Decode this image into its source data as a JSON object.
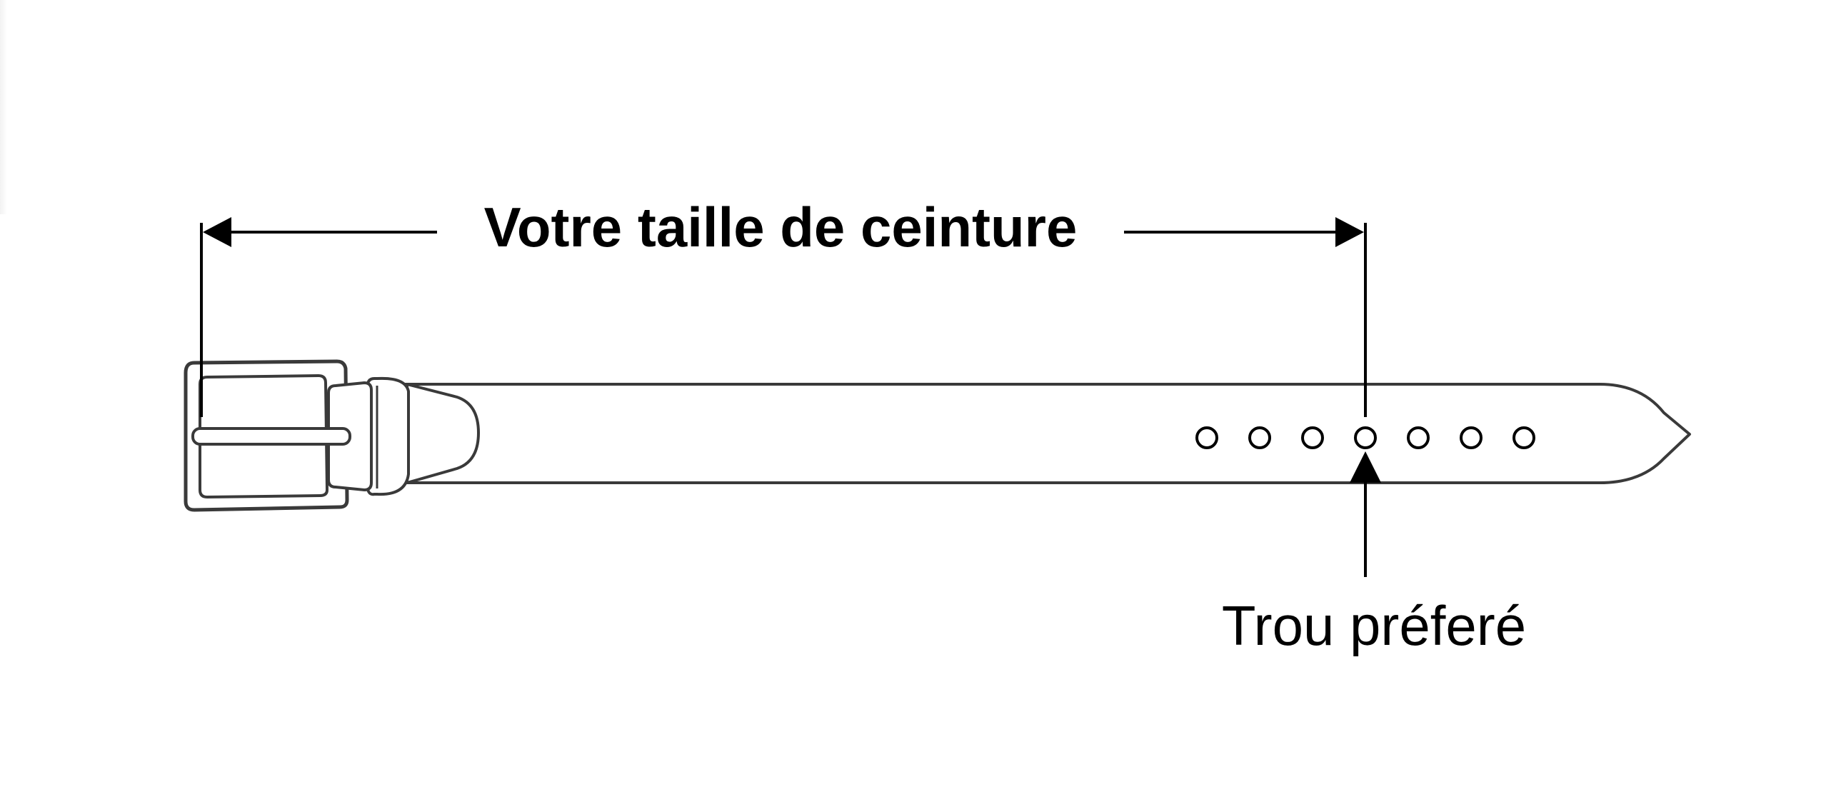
{
  "diagram": {
    "measure_label": "Votre taille de ceinture",
    "hole_label": "Trou préferé",
    "hole_count": 7,
    "preferred_hole_index": 3
  },
  "colors": {
    "ink": "#000000",
    "outline": "#3a3a3a",
    "background": "#ffffff"
  },
  "icons": {
    "left_arrowhead": "arrow-left-icon",
    "right_arrowhead": "arrow-right-icon",
    "up_arrowhead": "arrow-up-icon",
    "buckle": "belt-buckle-icon"
  }
}
